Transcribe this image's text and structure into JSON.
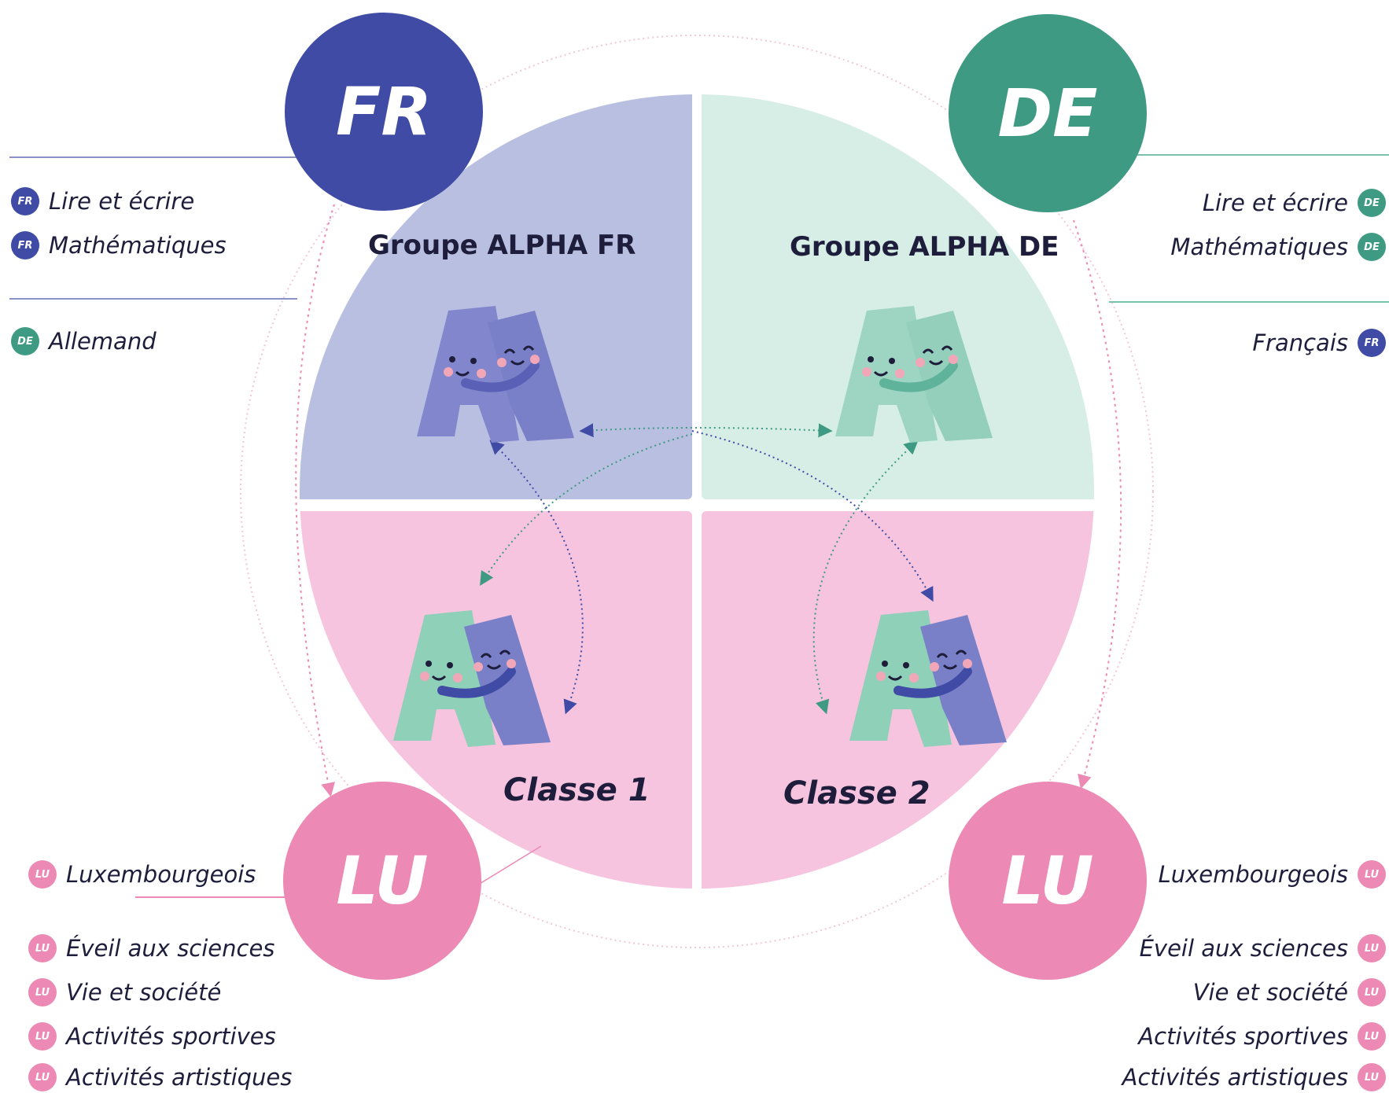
{
  "colors": {
    "fr": "#3f4ba5",
    "de": "#3f9a83",
    "lu": "#ec89b4",
    "quad_fr": "#b9bfe1",
    "quad_de": "#d6eee5",
    "quad_lu": "#f6c4de"
  },
  "circles": {
    "fr": "FR",
    "de": "DE",
    "lu_left": "LU",
    "lu_right": "LU"
  },
  "quadrants": {
    "top_left": "Groupe ALPHA FR",
    "top_right": "Groupe ALPHA DE",
    "bottom_left": "Classe 1",
    "bottom_right": "Classe 2"
  },
  "left_labels": {
    "fr_subjects": [
      {
        "badge": "FR",
        "text": "Lire et écrire"
      },
      {
        "badge": "FR",
        "text": "Mathématiques"
      }
    ],
    "de_subjects": [
      {
        "badge": "DE",
        "text": "Allemand"
      }
    ],
    "lu_subjects": [
      {
        "badge": "LU",
        "text": "Luxembourgeois"
      },
      {
        "badge": "LU",
        "text": "Éveil aux sciences"
      },
      {
        "badge": "LU",
        "text": "Vie et société"
      },
      {
        "badge": "LU",
        "text": "Activités sportives"
      },
      {
        "badge": "LU",
        "text": "Activités artistiques"
      }
    ]
  },
  "right_labels": {
    "de_subjects": [
      {
        "badge": "DE",
        "text": "Lire et écrire"
      },
      {
        "badge": "DE",
        "text": "Mathématiques"
      }
    ],
    "fr_subjects": [
      {
        "badge": "FR",
        "text": "Français"
      }
    ],
    "lu_subjects": [
      {
        "badge": "LU",
        "text": "Luxembourgeois"
      },
      {
        "badge": "LU",
        "text": "Éveil aux sciences"
      },
      {
        "badge": "LU",
        "text": "Vie et société"
      },
      {
        "badge": "LU",
        "text": "Activités sportives"
      },
      {
        "badge": "LU",
        "text": "Activités artistiques"
      }
    ]
  }
}
